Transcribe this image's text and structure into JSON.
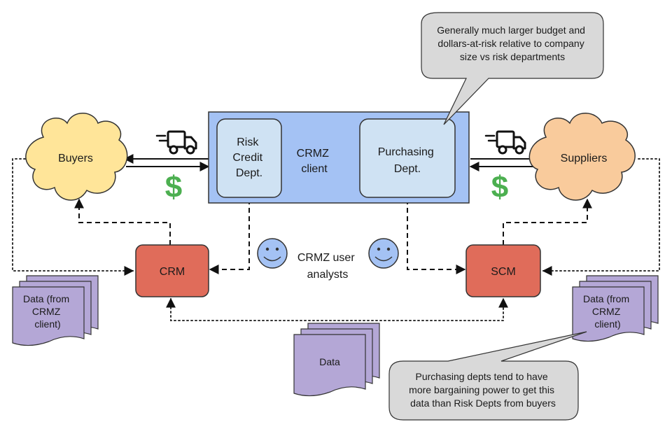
{
  "client": {
    "label": [
      "CRMZ",
      "client"
    ],
    "risk_dept": [
      "Risk",
      "Credit",
      "Dept."
    ],
    "purchasing_dept": [
      "Purchasing",
      "Dept."
    ]
  },
  "buyers": "Buyers",
  "suppliers": "Suppliers",
  "crm": "CRM",
  "scm": "SCM",
  "analysts": [
    "CRMZ user",
    "analysts"
  ],
  "dollar_sign": "$",
  "data_left": [
    "Data (from",
    "CRMZ",
    "client)"
  ],
  "data_right": [
    "Data (from",
    "CRMZ",
    "client)"
  ],
  "data_center": "Data",
  "callout_top": [
    "Generally much larger budget and",
    "dollars-at-risk relative to company",
    "size vs risk departments"
  ],
  "callout_bottom": [
    "Purchasing depts tend to have",
    "more bargaining power to get this",
    "data than Risk Depts from buyers"
  ],
  "icons": [
    "delivery-truck-icon",
    "smiley-face-icon"
  ],
  "colors": {
    "client_fill": "#a4c2f4",
    "client_inner_fill": "#cfe2f3",
    "buyers_fill": "#ffe599",
    "suppliers_fill": "#f9cb9c",
    "crm_scm_fill": "#e06c5a",
    "document_fill": "#b4a7d6",
    "callout_fill": "#d9d9d9",
    "face_fill": "#a4c2f4",
    "dollar": "#4caf50"
  }
}
